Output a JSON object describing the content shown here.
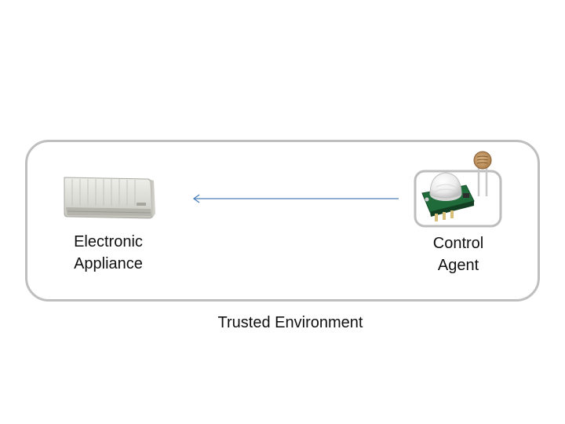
{
  "diagram": {
    "nodes": {
      "appliance": {
        "label_line1": "Electronic",
        "label_line2": "Appliance",
        "icon": "air-conditioner-icon"
      },
      "agent": {
        "label_line1": "Control",
        "label_line2": "Agent",
        "icon": "pir-sensor-icon"
      }
    },
    "container": {
      "label": "Trusted Environment"
    },
    "edges": [
      {
        "from": "agent",
        "to": "appliance",
        "color": "#4a7ebb"
      }
    ]
  }
}
